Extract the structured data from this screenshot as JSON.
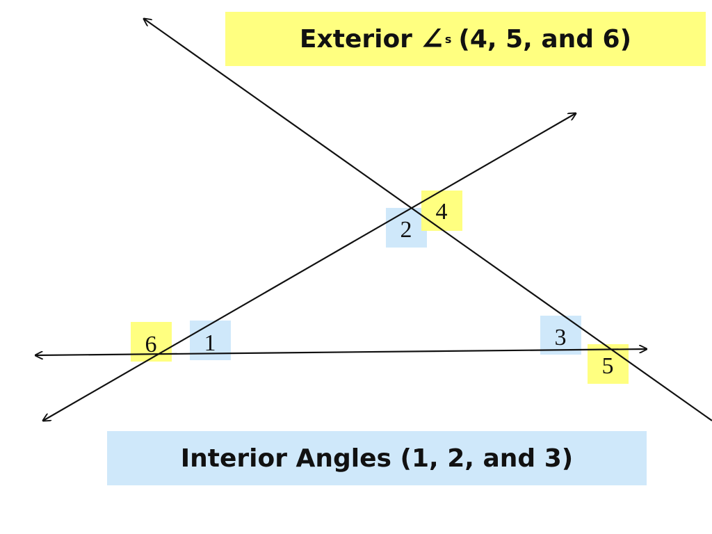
{
  "colors": {
    "exterior_bg": "#ffff80",
    "interior_bg": "#cfe8fa",
    "line": "#111111"
  },
  "header": {
    "exterior_word": "Exterior",
    "angle_symbol": "∠",
    "plural_suffix": "s",
    "exterior_values": "(4, 5, and 6)"
  },
  "footer": {
    "interior_label": "Interior Angles (1, 2, and 3)"
  },
  "angles": {
    "a1": "1",
    "a2": "2",
    "a3": "3",
    "a4": "4",
    "a5": "5",
    "a6": "6"
  }
}
